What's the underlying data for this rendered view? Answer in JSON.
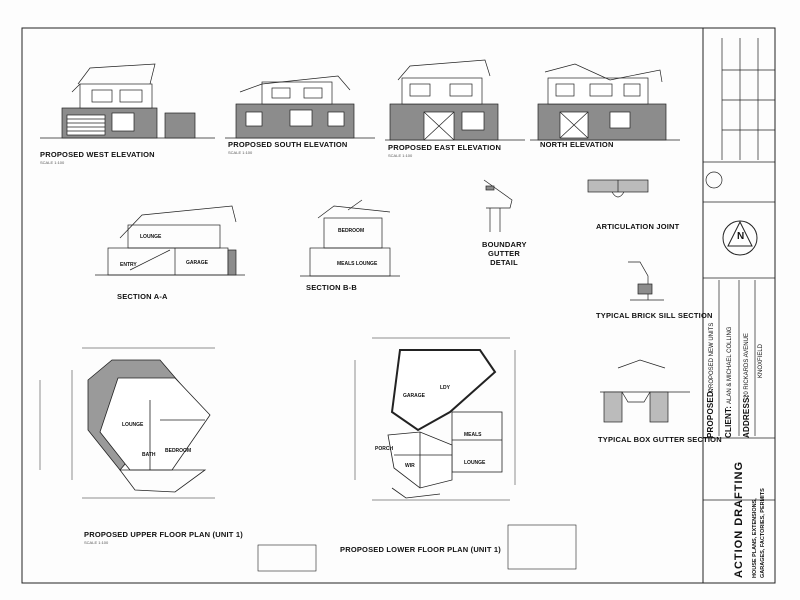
{
  "titles": {
    "west": "PROPOSED WEST ELEVATION",
    "south": "PROPOSED SOUTH ELEVATION",
    "east": "PROPOSED EAST ELEVATION",
    "north": "NORTH ELEVATION",
    "section_aa": "SECTION A-A",
    "section_bb": "SECTION B-B",
    "boundary_gutter": "BOUNDARY GUTTER DETAIL",
    "articulation": "ARTICULATION JOINT",
    "brick_sill": "TYPICAL BRICK SILL SECTION",
    "box_gutter": "TYPICAL BOX GUTTER SECTION",
    "upper_plan": "PROPOSED UPPER FLOOR PLAN (UNIT 1)",
    "lower_plan": "PROPOSED LOWER FLOOR PLAN (UNIT 1)"
  },
  "scale_label": "SCALE 1:100",
  "rooms": {
    "lounge": "LOUNGE",
    "garage": "GARAGE",
    "entry": "ENTRY",
    "bedroom": "BEDROOM",
    "meals": "MEALS",
    "meals_lounge": "MEALS  LOUNGE",
    "porch": "PORCH",
    "wir": "WIR",
    "bath": "BATH",
    "ldy": "LDY"
  },
  "title_block": {
    "proposed_label": "PROPOSED:",
    "proposed_value": "PROPOSED NEW UNITS",
    "client_label": "CLIENT:",
    "client_value": "ALAN & MICHAEL COLLING",
    "address_label": "ADDRESS:",
    "address_line1": "20 RICKARDS AVENUE",
    "address_line2": "KNOXFIELD",
    "firm": "ACTION DRAFTING",
    "firm_tag1": "HOUSE PLANS, EXTENSIONS,",
    "firm_tag2": "GARAGES, FACTORIES, PERMITS",
    "north_letter": "N"
  }
}
